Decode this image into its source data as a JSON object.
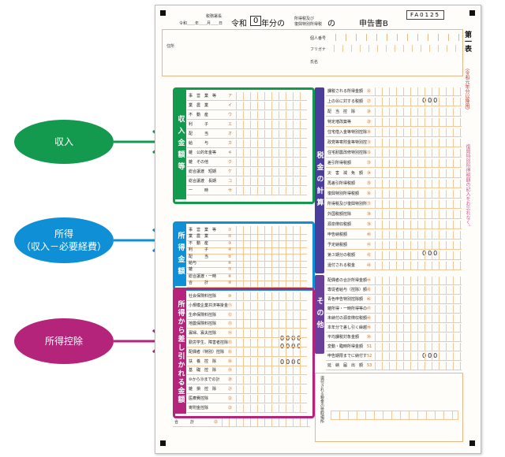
{
  "callouts": {
    "income": "収入",
    "earnings_line1": "所得",
    "earnings_line2": "（収入－必要経費）",
    "deductions": "所得控除"
  },
  "colors": {
    "income": "#139a4f",
    "earnings": "#0f8fd6",
    "deductions": "#b3247a",
    "tax_calc": "#4b3d9c",
    "other": "#6a3f9c",
    "form_lines": "#f2c89c"
  },
  "form": {
    "office": "税務署長",
    "date_line": "令和＿＿年＿＿月＿＿日",
    "era": "令和",
    "year_box": "0",
    "year_suffix": "年分の",
    "tax_kind_1": "所得税及び",
    "tax_kind_2": "復興特別所得税",
    "of": "の",
    "title_b": "申告書B",
    "form_code": "FA0125",
    "address": "住所",
    "furigana": "フリガナ",
    "name": "氏名",
    "personal_number": "個人番号",
    "first_table": "第一表",
    "applies_note": "（令和元年分以降用）",
    "side_note": "復興特別所得税額の記入をお忘れなく。",
    "income_section": "収入金額等",
    "earnings_section": "所得金額",
    "deductions_section": "所得から差し引かれる金額",
    "tax_section": "税金の計算",
    "other_section": "その他",
    "income_rows": [
      {
        "label": "事　営　業　等",
        "num": "ア"
      },
      {
        "label": "業　農　業",
        "num": "イ"
      },
      {
        "label": "不　動　産",
        "num": "ウ"
      },
      {
        "label": "利　　　子",
        "num": "エ"
      },
      {
        "label": "配　　　当",
        "num": "オ"
      },
      {
        "label": "給　　　与",
        "num": "カ"
      },
      {
        "label": "雑　公的年金等",
        "num": "キ"
      },
      {
        "label": "雑　その他",
        "num": "ク"
      },
      {
        "label": "総合譲渡　短期",
        "num": "ケ"
      },
      {
        "label": "総合譲渡　長期",
        "num": "コ"
      },
      {
        "label": "一　　　時",
        "num": "サ"
      }
    ],
    "earnings_rows": [
      {
        "label": "事　営　業　等",
        "num": "①"
      },
      {
        "label": "業　農　業",
        "num": "②"
      },
      {
        "label": "不　動　産",
        "num": "③"
      },
      {
        "label": "利　　　子",
        "num": "④"
      },
      {
        "label": "配　　　当",
        "num": "⑤"
      },
      {
        "label": "給与",
        "num": "⑥"
      },
      {
        "label": "雑",
        "num": "⑦"
      },
      {
        "label": "総合譲渡・一時",
        "num": "⑧"
      },
      {
        "label": "合　　　計",
        "num": "⑨"
      }
    ],
    "deduction_rows": [
      {
        "label": "社会保険料控除",
        "num": "⑩"
      },
      {
        "label": "小規模企業共済等掛金控除",
        "num": "⑪"
      },
      {
        "label": "生命保険料控除",
        "num": "⑫"
      },
      {
        "label": "地震保険料控除",
        "num": "⑬"
      },
      {
        "label": "寡婦、寡夫控除",
        "num": "⑭"
      },
      {
        "label": "勤労学生、障害者控除",
        "num": "⑮"
      },
      {
        "label": "配偶者（特別）控除",
        "num": "⑯"
      },
      {
        "label": "扶　養　控　除",
        "num": "⑱"
      },
      {
        "label": "基　礎　控　除",
        "num": "⑲"
      },
      {
        "label": "⑩から⑲までの計",
        "num": "⑳"
      },
      {
        "label": "雑　損　控　除",
        "num": "㉑"
      },
      {
        "label": "医療費控除",
        "num": "㉒"
      },
      {
        "label": "寄附金控除",
        "num": "㉓"
      }
    ],
    "total_row": {
      "label": "合　　　計",
      "num": "㉕"
    },
    "tax_rows": [
      {
        "label": "課税される所得金額",
        "num": "㉖"
      },
      {
        "label": "上の㉖に対する税額",
        "num": "㉗"
      },
      {
        "label": "配　当　控　除",
        "num": "㉘"
      },
      {
        "label": "特定増改築等",
        "num": "㉙"
      },
      {
        "label": "住宅借入金等特別控除",
        "num": "㉚"
      },
      {
        "label": "政党等寄附金等特別控除",
        "num": "㉛"
      },
      {
        "label": "住宅耐震改修特別控除",
        "num": "㉜"
      },
      {
        "label": "差引所得税額",
        "num": "㉝"
      },
      {
        "label": "災　害　減　免　額",
        "num": "㉞"
      },
      {
        "label": "再差引所得税額",
        "num": "㉟"
      },
      {
        "label": "復興特別所得税額",
        "num": "㊱"
      },
      {
        "label": "所得税及び復興特別所得税の額",
        "num": "㊲"
      },
      {
        "label": "外国税額控除",
        "num": "㊳"
      },
      {
        "label": "源泉徴収税額",
        "num": "㊴"
      },
      {
        "label": "申告納税額",
        "num": "㊵"
      },
      {
        "label": "予定納税額",
        "num": "㊶"
      },
      {
        "label": "第３期分の税額",
        "num": "㊷"
      },
      {
        "label": "還付される税金",
        "num": "㊸"
      }
    ],
    "other_rows": [
      {
        "label": "配偶者の合計所得金額",
        "num": "㊹"
      },
      {
        "label": "専従者給与（控除）額の合計額",
        "num": "㊺"
      },
      {
        "label": "青色申告特別控除額",
        "num": "㊻"
      },
      {
        "label": "雑所得・一時所得等の源泉徴収税額の合計額",
        "num": "㊼"
      },
      {
        "label": "未納付の源泉徴収税額",
        "num": "㊽"
      },
      {
        "label": "本年分で差し引く繰越損失額",
        "num": "㊾"
      },
      {
        "label": "平均課税対象金額",
        "num": "㊿"
      },
      {
        "label": "変動・臨時所得金額",
        "num": "51"
      },
      {
        "label": "申告期限までに納付する金額",
        "num": "52"
      },
      {
        "label": "延　納　届　出　額",
        "num": "53"
      }
    ],
    "zeros_4": "0000",
    "zeros_3": "000",
    "refund_box": "還付される税金の受取場所"
  }
}
